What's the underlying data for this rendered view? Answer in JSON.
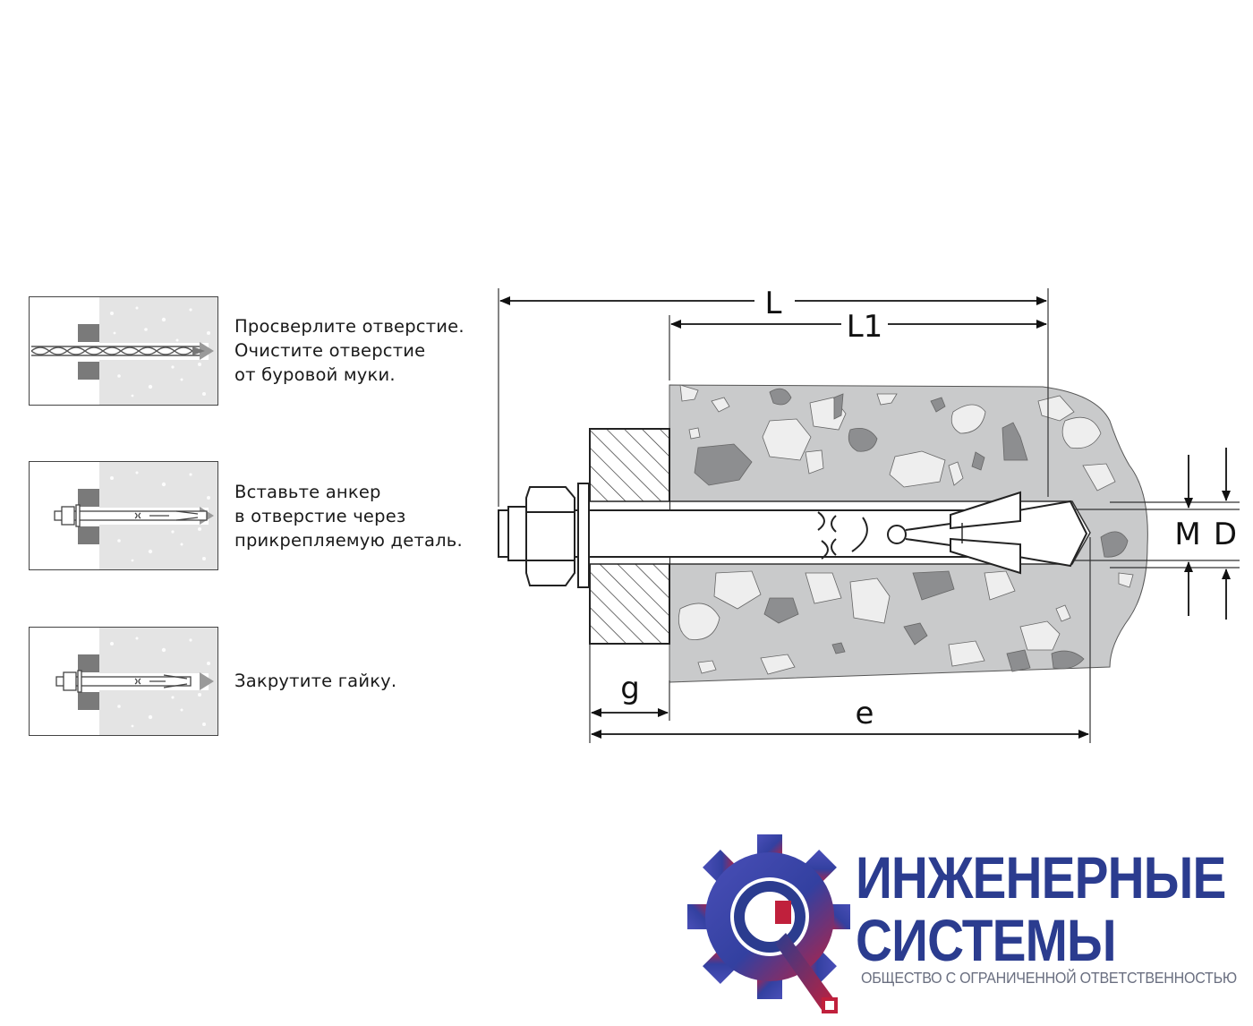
{
  "steps": [
    {
      "lines": [
        "Просверлите отверстие.",
        "Очистите отверстие",
        "от буровой муки."
      ]
    },
    {
      "lines": [
        "Вставьте анкер",
        "в отверстие через",
        "прикрепляемую деталь."
      ]
    },
    {
      "lines": [
        "Закрутите гайку."
      ]
    }
  ],
  "dimensions": {
    "L": "L",
    "L1": "L1",
    "g": "g",
    "e": "e",
    "M": "M",
    "D": "D"
  },
  "logo": {
    "line1": "ИНЖЕНЕРНЫЕ",
    "line2": "СИСТЕМЫ",
    "subtitle": "ОБЩЕСТВО С ОГРАНИЧЕННОЙ ОТВЕТСТВЕННОСТЬЮ"
  },
  "colors": {
    "concrete": "#c9cacb",
    "stone_dark": "#8d8e90",
    "stone_light": "#eeeeee",
    "logo_blue": "#2b3c8f",
    "logo_red": "#c0203c"
  }
}
